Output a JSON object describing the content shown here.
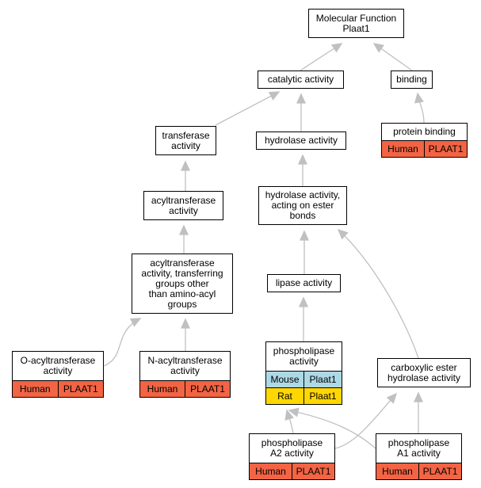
{
  "nodes": {
    "molecular_function": {
      "label": "Molecular Function\nPlaat1"
    },
    "catalytic_activity": {
      "label": "catalytic activity"
    },
    "binding": {
      "label": "binding"
    },
    "transferase_activity": {
      "label": "transferase\nactivity"
    },
    "hydrolase_activity": {
      "label": "hydrolase activity"
    },
    "protein_binding": {
      "label": "protein binding",
      "annotations": [
        {
          "species": "Human",
          "gene": "PLAAT1"
        }
      ]
    },
    "acyltransferase_activity": {
      "label": "acyltransferase\nactivity"
    },
    "hydrolase_ester": {
      "label": "hydrolase activity,\nacting on ester\nbonds"
    },
    "acyltransferase_nonamino": {
      "label": "acyltransferase\nactivity, transferring\ngroups other\nthan amino-acyl\ngroups"
    },
    "lipase_activity": {
      "label": "lipase activity"
    },
    "o_acyltransferase": {
      "label": "O-acyltransferase\nactivity",
      "annotations": [
        {
          "species": "Human",
          "gene": "PLAAT1"
        }
      ]
    },
    "n_acyltransferase": {
      "label": "N-acyltransferase\nactivity",
      "annotations": [
        {
          "species": "Human",
          "gene": "PLAAT1"
        }
      ]
    },
    "phospholipase_activity": {
      "label": "phospholipase\nactivity",
      "annotations": [
        {
          "species": "Mouse",
          "gene": "Plaat1"
        },
        {
          "species": "Rat",
          "gene": "Plaat1"
        }
      ]
    },
    "carboxylic_ester": {
      "label": "carboxylic ester\nhydrolase activity"
    },
    "phospholipase_a2": {
      "label": "phospholipase\nA2 activity",
      "annotations": [
        {
          "species": "Human",
          "gene": "PLAAT1"
        }
      ]
    },
    "phospholipase_a1": {
      "label": "phospholipase\nA1 activity",
      "annotations": [
        {
          "species": "Human",
          "gene": "PLAAT1"
        }
      ]
    }
  },
  "edges": [
    {
      "from": "catalytic_activity",
      "to": "molecular_function"
    },
    {
      "from": "binding",
      "to": "molecular_function"
    },
    {
      "from": "transferase_activity",
      "to": "catalytic_activity"
    },
    {
      "from": "hydrolase_activity",
      "to": "catalytic_activity"
    },
    {
      "from": "protein_binding",
      "to": "binding"
    },
    {
      "from": "acyltransferase_activity",
      "to": "transferase_activity"
    },
    {
      "from": "hydrolase_ester",
      "to": "hydrolase_activity"
    },
    {
      "from": "acyltransferase_nonamino",
      "to": "acyltransferase_activity"
    },
    {
      "from": "lipase_activity",
      "to": "hydrolase_ester"
    },
    {
      "from": "carboxylic_ester",
      "to": "hydrolase_ester"
    },
    {
      "from": "o_acyltransferase",
      "to": "acyltransferase_nonamino"
    },
    {
      "from": "n_acyltransferase",
      "to": "acyltransferase_nonamino"
    },
    {
      "from": "phospholipase_activity",
      "to": "lipase_activity"
    },
    {
      "from": "phospholipase_a2",
      "to": "phospholipase_activity"
    },
    {
      "from": "phospholipase_a2",
      "to": "carboxylic_ester"
    },
    {
      "from": "phospholipase_a1",
      "to": "phospholipase_activity"
    },
    {
      "from": "phospholipase_a1",
      "to": "carboxylic_ester"
    }
  ],
  "colors": {
    "edge": "#c0c0c0",
    "Human": "#f26444",
    "Mouse": "#add8e6",
    "Rat": "#ffd700"
  }
}
